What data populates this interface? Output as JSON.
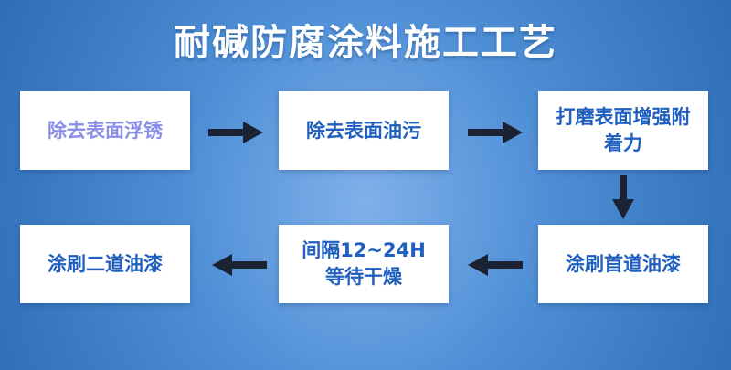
{
  "title": "耐碱防腐涂料施工工艺",
  "steps": [
    {
      "label": "除去表面浮锈"
    },
    {
      "label": "除去表面油污"
    },
    {
      "label": "打磨表面增强附着力"
    },
    {
      "label": "涂刷首道油漆"
    },
    {
      "label": "间隔12~24H等待干燥"
    },
    {
      "label": "涂刷二道油漆"
    }
  ],
  "colors": {
    "background": "#4f8fd6",
    "box": "#ffffff",
    "text": "#1f5fc0",
    "arrow": "#1a2233"
  }
}
